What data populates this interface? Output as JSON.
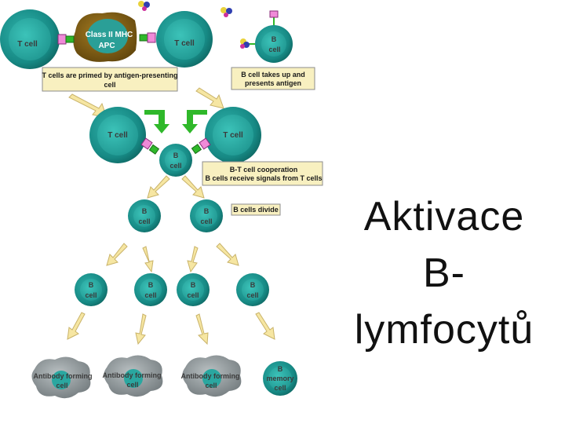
{
  "title": {
    "line1": "Aktivace",
    "line2": "B-",
    "line3": "lymfocytů"
  },
  "diagram": {
    "labels": {
      "t_cell": "T cell",
      "apc_line1": "Class II MHC",
      "apc_line2": "APC",
      "b": "B",
      "cell": "cell",
      "antibody_forming": "Antibody forming",
      "memory": "memory"
    },
    "captions": {
      "priming_line1": "T cells are primed by antigen-presenting",
      "priming_line2": "cell",
      "presentation_line1": "B cell takes up and",
      "presentation_line2": "presents antigen",
      "cooperation_line1": "B-T cell cooperation",
      "cooperation_line2": "B cells receive signals from T cells",
      "division": "B cells divide"
    },
    "colors": {
      "cell_outer": "#1a8a86",
      "cell_inner": "#2aa7a0",
      "apc_fill": "#7b5a12",
      "plasma_fill": "#9aa3a6",
      "caption_bg": "#f8f0c0",
      "arrow_fill": "#f6e6a2",
      "green_arrow": "#2fb82a",
      "receptor_pink": "#e36fcf"
    }
  }
}
